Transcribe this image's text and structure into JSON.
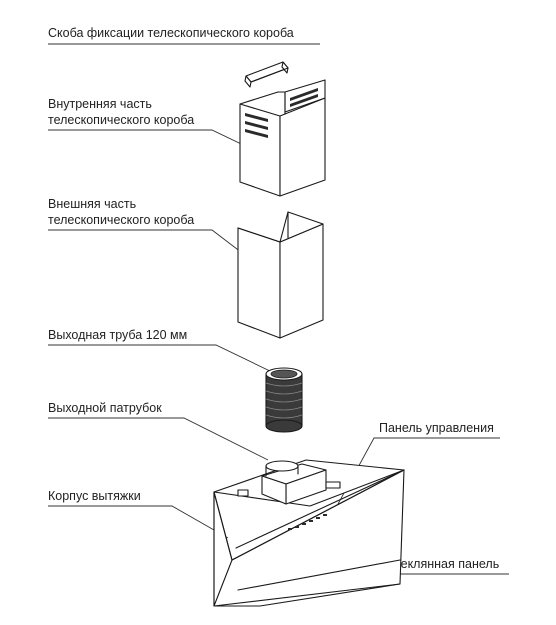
{
  "labels": {
    "bracket": "Скоба фиксации телескопического короба",
    "inner_line1": "Внутренняя часть",
    "inner_line2": "телескопического короба",
    "outer_line1": "Внешняя часть",
    "outer_line2": "телескопического короба",
    "pipe": "Выходная труба 120 мм",
    "outlet": "Выходной патрубок",
    "control_panel": "Панель управления",
    "body": "Корпус вытяжки",
    "glass_panel": "Стеклянная панель"
  }
}
